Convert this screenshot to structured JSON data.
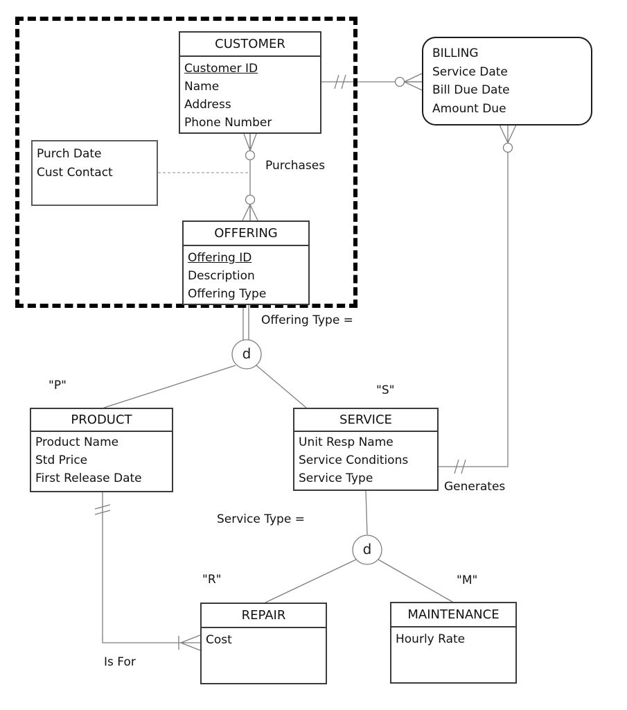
{
  "colors": {
    "background": "#ffffff",
    "connector_line": "#7d7d7d",
    "box_border": "#3a3a3a",
    "dashed_border": "#000000",
    "text": "#111111"
  },
  "entities": {
    "customer": {
      "title": "CUSTOMER",
      "attributes": [
        "Customer ID",
        "Name",
        "Address",
        "Phone Number"
      ]
    },
    "billing": {
      "title": "BILLING",
      "attributes": [
        "Service Date",
        "Bill Due Date",
        "Amount Due"
      ]
    },
    "offering": {
      "title": "OFFERING",
      "attributes": [
        "Offering ID",
        "Description",
        "Offering Type"
      ]
    },
    "product": {
      "title": "PRODUCT",
      "attributes": [
        "Product Name",
        "Std Price",
        "First Release Date"
      ]
    },
    "service": {
      "title": "SERVICE",
      "attributes": [
        "Unit Resp Name",
        "Service Conditions",
        "Service Type"
      ]
    },
    "repair": {
      "title": "REPAIR",
      "attributes": [
        "Cost"
      ]
    },
    "maintenance": {
      "title": "MAINTENANCE",
      "attributes": [
        "Hourly Rate"
      ]
    },
    "purchases_attributes": {
      "attributes": [
        "Purch Date",
        "Cust Contact"
      ]
    }
  },
  "labels": {
    "purchases": "Purchases",
    "offering_type_discriminator": "Offering Type =",
    "service_type_discriminator": "Service Type =",
    "generates": "Generates",
    "is_for": "Is For",
    "subtype_p": "\"P\"",
    "subtype_s": "\"S\"",
    "subtype_r": "\"R\"",
    "subtype_m": "\"M\"",
    "disjoint_1": "d",
    "disjoint_2": "d"
  }
}
